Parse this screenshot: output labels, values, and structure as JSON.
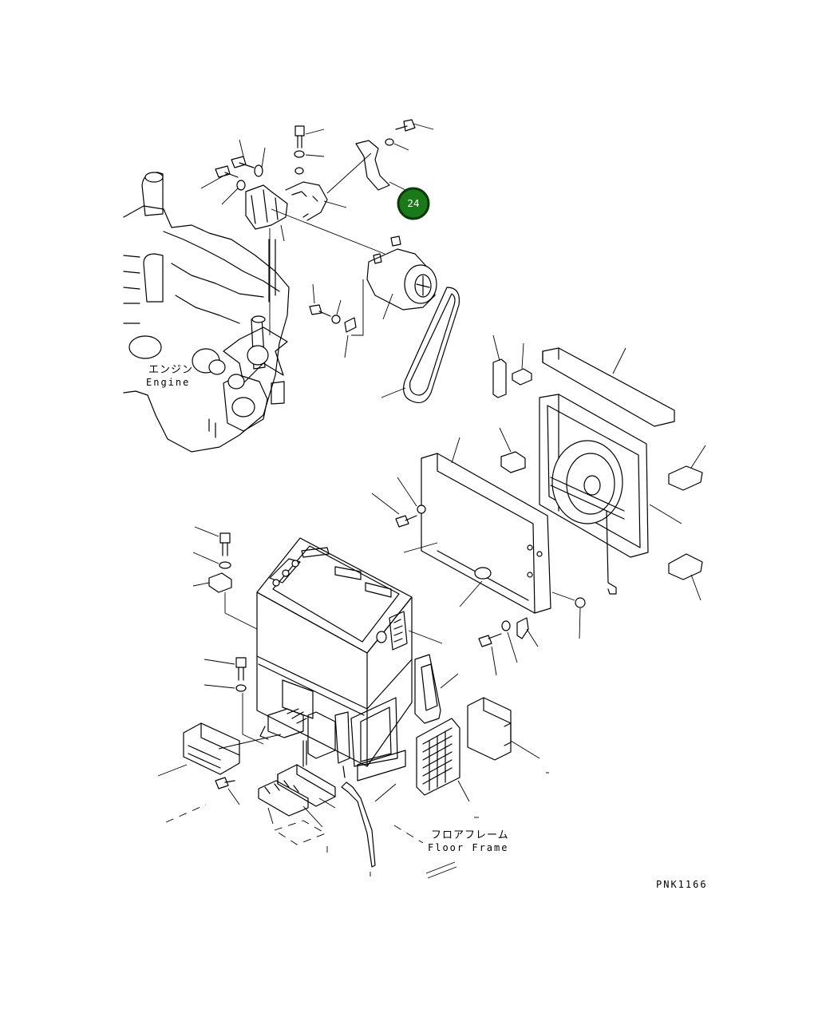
{
  "labels": {
    "engine_jp": "エンジン",
    "engine_en": "Engine",
    "floor_frame_jp": "フロアフレーム",
    "floor_frame_en": "Floor Frame",
    "drawing_code": "PNK1166"
  },
  "callouts": [
    {
      "id": "24",
      "color": "#1a7a1a",
      "ring": "#0a3a0a"
    }
  ]
}
